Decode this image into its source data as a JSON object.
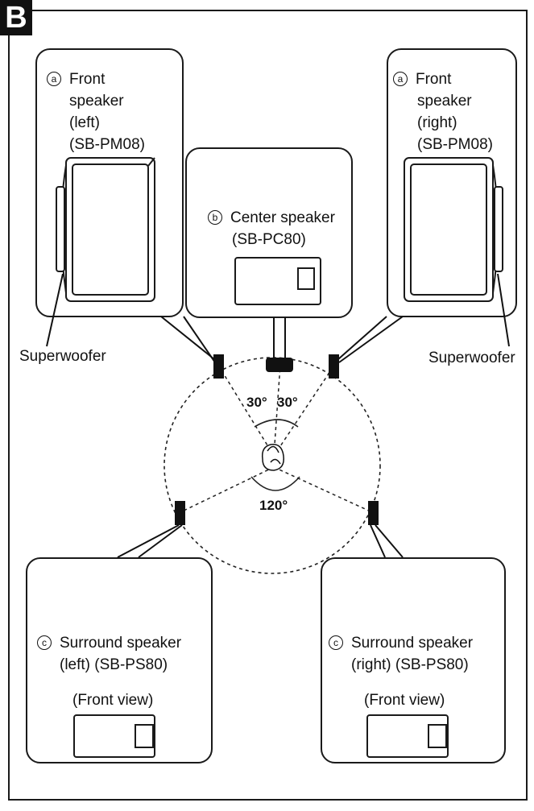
{
  "figure_label": "B",
  "front_left": {
    "marker": "a",
    "lines": [
      "Front",
      "speaker",
      "(left)",
      "(SB-PM08)"
    ]
  },
  "front_right": {
    "marker": "a",
    "lines": [
      "Front",
      "speaker",
      "(right)",
      "(SB-PM08)"
    ]
  },
  "center": {
    "marker": "b",
    "line1": "Center speaker",
    "line2": "(SB-PC80)"
  },
  "superwoofer_left": "Superwoofer",
  "superwoofer_right": "Superwoofer",
  "angles": {
    "left": "30°",
    "right": "30°",
    "rear": "120°"
  },
  "surround_left": {
    "marker": "c",
    "line1": "Surround speaker",
    "line2": "(left) (SB-PS80)",
    "view": "(Front view)"
  },
  "surround_right": {
    "marker": "c",
    "line1": "Surround speaker",
    "line2": "(right) (SB-PS80)",
    "view": "(Front view)"
  }
}
